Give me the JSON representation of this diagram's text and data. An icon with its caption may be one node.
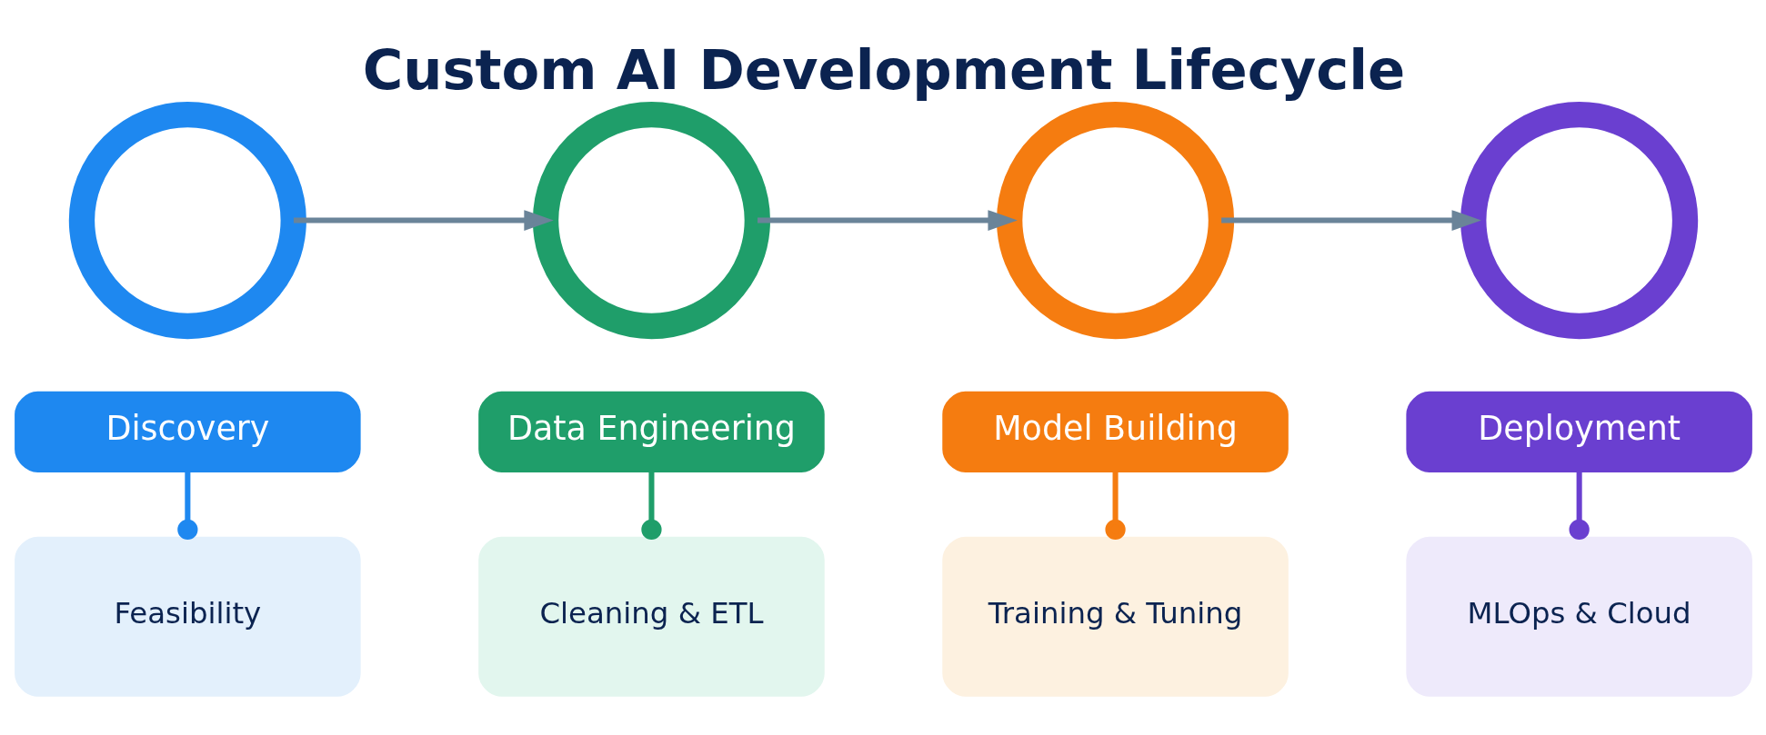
{
  "diagram": {
    "title": "Custom AI Development Lifecycle",
    "nodes": [
      {
        "text": [],
        "shape": "circle"
      },
      {
        "text": [
          "Discovery"
        ]
      },
      {
        "text": [
          "Feasibility"
        ]
      },
      {
        "text": [],
        "shape": "circle"
      },
      {
        "text": [
          "Data Engineering"
        ]
      },
      {
        "text": [
          "Cleaning & ETL"
        ]
      },
      {
        "text": [],
        "shape": "circle"
      },
      {
        "text": [
          "Model Building"
        ]
      },
      {
        "text": [
          "Training & Tuning"
        ]
      },
      {
        "text": [],
        "shape": "circle"
      },
      {
        "text": [
          "Deployment"
        ]
      },
      {
        "text": [
          "MLOps & Cloud"
        ]
      }
    ],
    "edges": [
      {
        "from": 0,
        "to": 3,
        "arrow": "to"
      },
      {
        "from": 3,
        "to": 6,
        "arrow": "to"
      },
      {
        "from": 6,
        "to": 9,
        "arrow": "to"
      },
      {
        "from": 1,
        "to": 2,
        "arrow": "other",
        "color": "#1e88f0"
      },
      {
        "from": 4,
        "to": 5,
        "arrow": "other",
        "color": "#1f9e6a"
      },
      {
        "from": 7,
        "to": 8,
        "arrow": "other",
        "color": "#f57c10"
      },
      {
        "from": 10,
        "to": 11,
        "arrow": "other",
        "color": "#6a3fd0"
      }
    ]
  }
}
